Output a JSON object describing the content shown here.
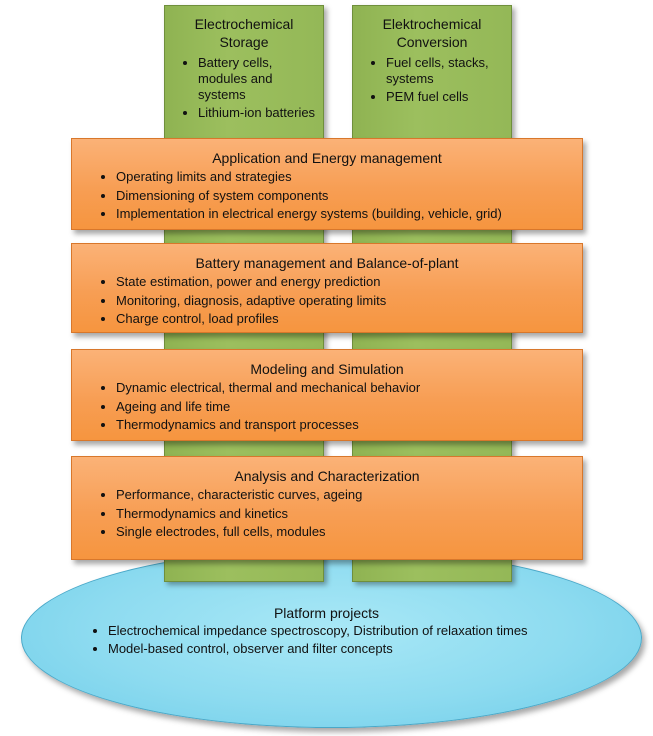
{
  "pillars": [
    {
      "title": "Electrochemical Storage",
      "items": [
        "Battery cells, modules and systems",
        "Lithium-ion batteries"
      ]
    },
    {
      "title": "Elektrochemical Conversion",
      "items": [
        "Fuel cells, stacks, systems",
        "PEM fuel cells"
      ]
    }
  ],
  "layers": [
    {
      "title": "Application and Energy management",
      "items": [
        "Operating limits and strategies",
        "Dimensioning of system components",
        "Implementation in electrical energy systems (building, vehicle, grid)"
      ]
    },
    {
      "title": "Battery management and Balance-of-plant",
      "items": [
        "State estimation, power and energy prediction",
        "Monitoring, diagnosis, adaptive operating limits",
        "Charge control, load profiles"
      ]
    },
    {
      "title": "Modeling and Simulation",
      "items": [
        "Dynamic electrical, thermal and mechanical behavior",
        "Ageing and life time",
        "Thermodynamics and transport processes"
      ]
    },
    {
      "title": "Analysis and Characterization",
      "items": [
        "Performance, characteristic curves, ageing",
        "Thermodynamics and kinetics",
        "Single electrodes, full cells, modules"
      ]
    }
  ],
  "platform": {
    "title": "Platform projects",
    "items": [
      "Electrochemical impedance spectroscopy, Distribution of relaxation times",
      "Model-based control, observer and filter concepts"
    ]
  },
  "colors": {
    "pillar_green": "#9cbf5e",
    "layer_orange": "#f79e54",
    "platform_blue": "#8ddbf0"
  }
}
